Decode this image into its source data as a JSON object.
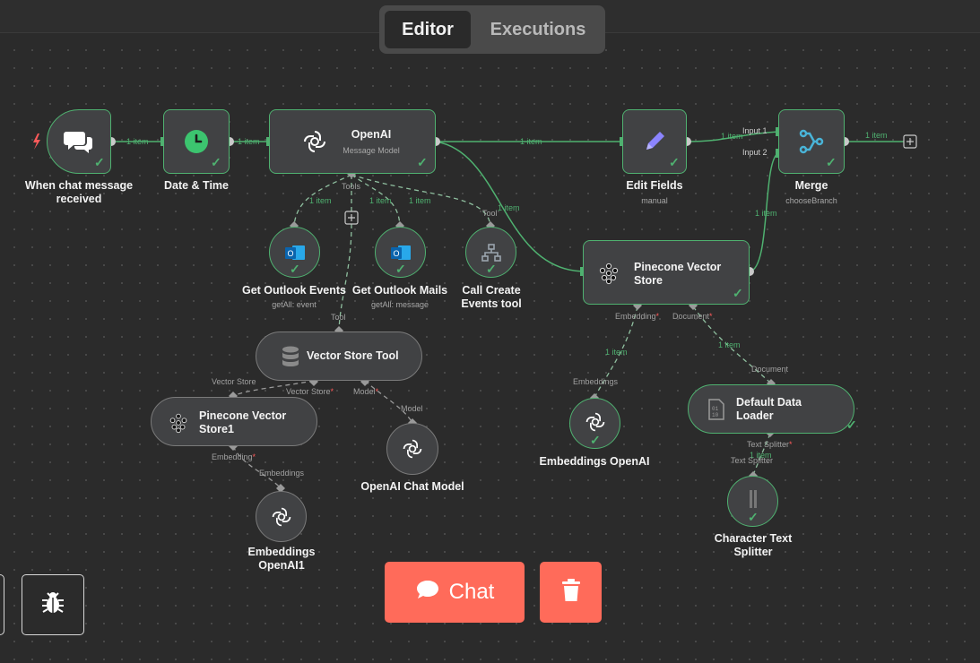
{
  "tabs": {
    "editor": "Editor",
    "executions": "Executions"
  },
  "nodes": {
    "trigger": {
      "label": "When chat message received"
    },
    "datetime": {
      "label": "Date & Time"
    },
    "openai": {
      "label": "OpenAI",
      "sub": "Message Model"
    },
    "edit": {
      "label": "Edit Fields",
      "sub": "manual"
    },
    "merge": {
      "label": "Merge",
      "sub": "chooseBranch",
      "in1": "Input 1",
      "in2": "Input 2"
    },
    "pinecone": {
      "label": "Pinecone Vector Store"
    },
    "outlook_events": {
      "label": "Get Outlook Events",
      "sub": "getAll: event"
    },
    "outlook_mails": {
      "label": "Get Outlook Mails",
      "sub": "getAll: message"
    },
    "create_events": {
      "label": "Call Create Events tool"
    },
    "vector_tool": {
      "label": "Vector Store Tool"
    },
    "pinecone1": {
      "label": "Pinecone Vector Store1"
    },
    "openai_chat": {
      "label": "OpenAI Chat Model"
    },
    "emb_openai": {
      "label": "Embeddings OpenAI"
    },
    "emb_openai1": {
      "label": "Embeddings OpenAI1"
    },
    "loader": {
      "label": "Default Data Loader"
    },
    "splitter": {
      "label": "Character Text Splitter"
    }
  },
  "edge_labels": {
    "item": "1 item"
  },
  "ports": {
    "tools": "Tools",
    "tool": "Tool",
    "embedding": "Embedding",
    "document": "Document",
    "embeddings": "Embeddings",
    "vector_store": "Vector Store",
    "model": "Model",
    "text_splitter": "Text Splitter",
    "required": "*"
  },
  "buttons": {
    "chat": "Chat"
  },
  "colors": {
    "accent": "#ff6b5a",
    "success": "#4fb170",
    "node_bg": "#414244",
    "canvas": "#2b2b2b"
  }
}
